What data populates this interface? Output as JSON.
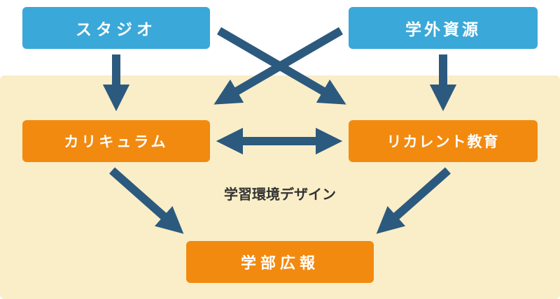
{
  "nodes": {
    "studio": "スタジオ",
    "external_resources": "学外資源",
    "curriculum": "カリキュラム",
    "recurrent_education": "リカレント教育",
    "public_relations": "学部広報"
  },
  "center_label": "学習環境デザイン",
  "colors": {
    "top_box": "#3aa8d8",
    "bottom_box": "#f28a10",
    "background_panel": "#faeec8",
    "arrow": "#2c5a7e"
  }
}
